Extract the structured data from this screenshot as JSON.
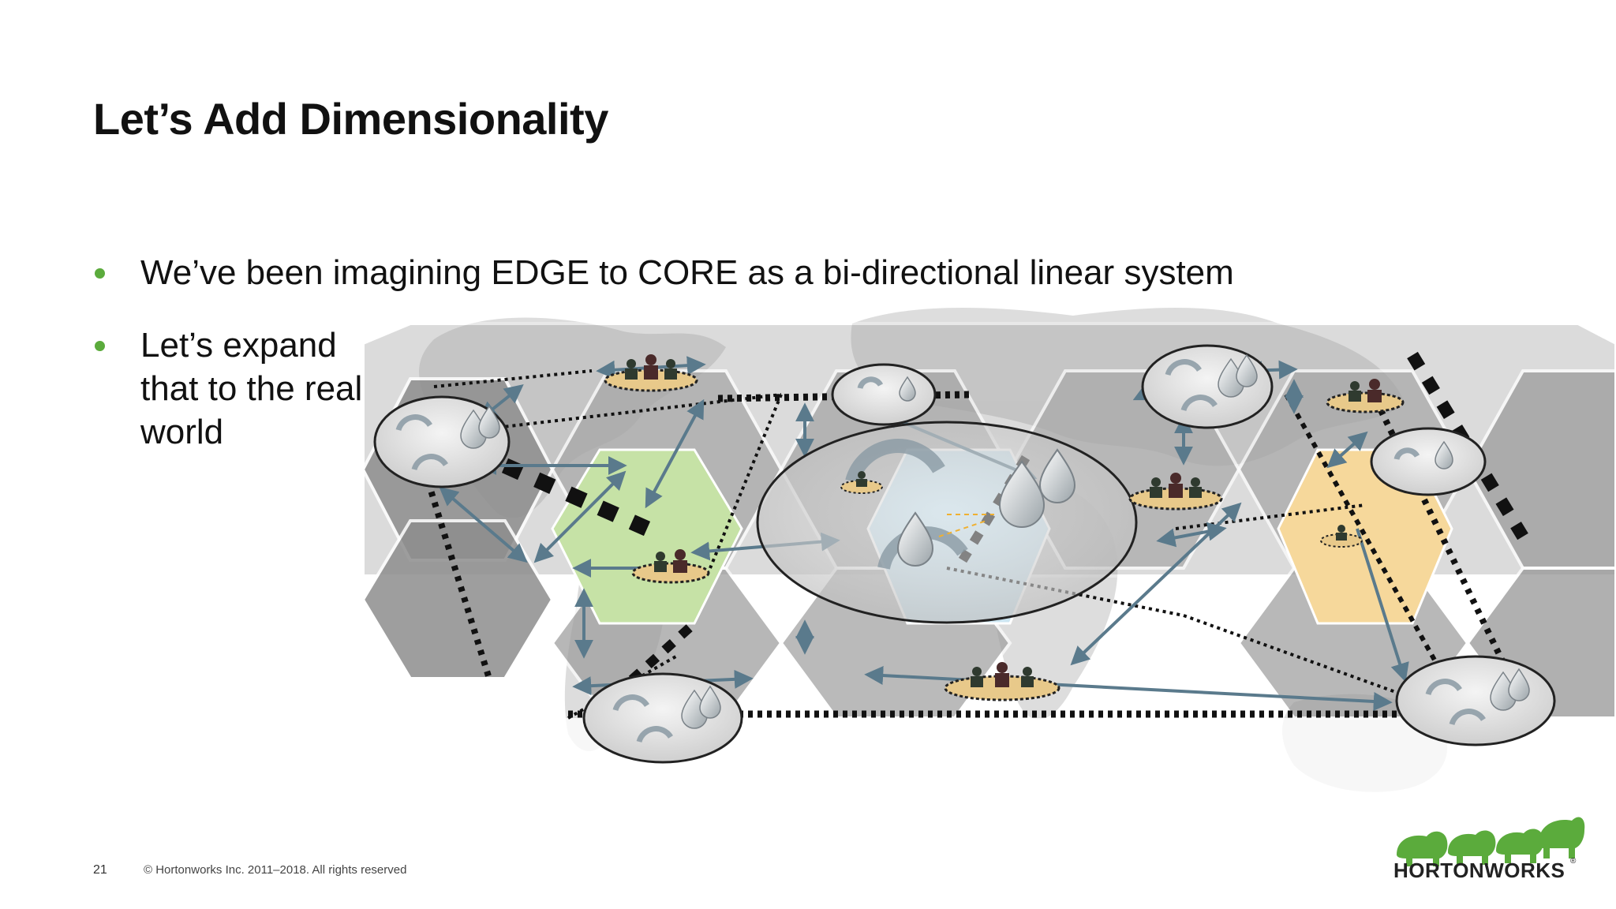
{
  "slide": {
    "title": "Let’s Add Dimensionality",
    "bullets": [
      {
        "text": "We’ve been imagining EDGE to CORE as a bi-directional linear system"
      },
      {
        "lines": [
          "Let’s expand",
          "that to the real",
          "world"
        ]
      }
    ],
    "page_number": "21",
    "copyright": "© Hortonworks Inc. 2011–2018. All rights reserved",
    "logo_text": "HORTONWORKS",
    "logo_reg": "®"
  },
  "colors": {
    "bullet": "#5bab3c",
    "region_green": "#c6e2a6",
    "region_blue": "#cde6f2",
    "region_orange": "#f6d89b",
    "arrow": "#5a7a8c",
    "logo_green": "#5bab3c"
  },
  "icons": [
    "data-center-node-icon",
    "people-group-icon",
    "elephant-icon"
  ]
}
